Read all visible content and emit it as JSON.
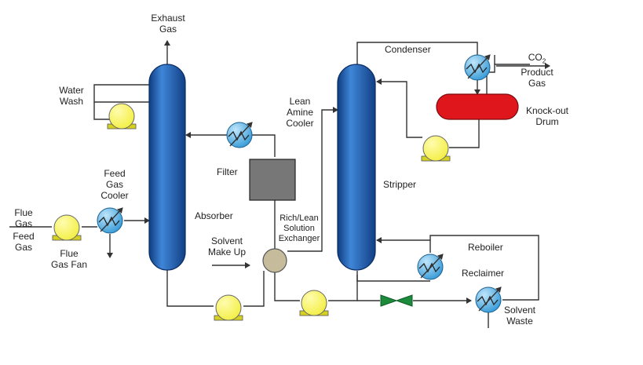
{
  "labels": {
    "exhaust_gas_1": "Exhaust",
    "exhaust_gas_2": "Gas",
    "water_wash_1": "Water",
    "water_wash_2": "Wash",
    "feed_gas_cooler_1": "Feed",
    "feed_gas_cooler_2": "Gas",
    "feed_gas_cooler_3": "Cooler",
    "flue_gas_1": "Flue",
    "flue_gas_2": "Gas",
    "feed_gas_1": "Feed",
    "feed_gas_2": "Gas",
    "flue_gas_fan_1": "Flue",
    "flue_gas_fan_2": "Gas Fan",
    "absorber": "Absorber",
    "filter": "Filter",
    "lean_amine_cooler_1": "Lean",
    "lean_amine_cooler_2": "Amine",
    "lean_amine_cooler_3": "Cooler",
    "solvent_make_up_1": "Solvent",
    "solvent_make_up_2": "Make Up",
    "rich_lean_exchanger_1": "Rich/Lean",
    "rich_lean_exchanger_2": "Solution",
    "rich_lean_exchanger_3": "Exchanger",
    "condenser": "Condenser",
    "co2_product_gas_1": "CO",
    "co2_product_gas_sub": "2",
    "co2_product_gas_2": "Product",
    "co2_product_gas_3": "Gas",
    "knockout_drum_1": "Knock-out",
    "knockout_drum_2": "Drum",
    "stripper": "Stripper",
    "reboiler": "Reboiler",
    "reclaimer": "Reclaimer",
    "solvent_waste_1": "Solvent",
    "solvent_waste_2": "Waste"
  },
  "colors": {
    "column": "#1f5fb0",
    "pump": "#f2ee3c",
    "exchanger": "#3fa7e0",
    "filter": "#777777",
    "knockout_drum": "#e0161d",
    "rich_lean_exchanger": "#c6bc9c",
    "valve": "#1c8c3c"
  }
}
